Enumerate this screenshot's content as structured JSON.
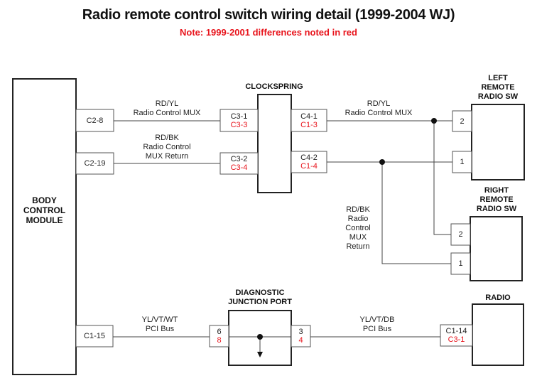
{
  "title": "Radio remote control switch wiring detail (1999-2004 WJ)",
  "note": "Note: 1999-2001 differences noted in red",
  "colors": {
    "note_red": "#e8141c",
    "line": "#333333"
  },
  "components": {
    "bcm": {
      "label_lines": [
        "BODY",
        "CONTROL",
        "MODULE"
      ]
    },
    "clockspring": {
      "label": "CLOCKSPRING"
    },
    "left_switch": {
      "label_lines": [
        "LEFT",
        "REMOTE",
        "RADIO SW"
      ]
    },
    "right_switch": {
      "label_lines": [
        "RIGHT",
        "REMOTE",
        "RADIO SW"
      ]
    },
    "djp": {
      "label_lines": [
        "DIAGNOSTIC",
        "JUNCTION PORT"
      ]
    },
    "radio": {
      "label": "RADIO"
    }
  },
  "pins": {
    "bcm_c2_8": "C2-8",
    "bcm_c2_19": "C2-19",
    "bcm_c1_15": "C1-15",
    "cs_in_1": {
      "main": "C3-1",
      "alt": "C3-3"
    },
    "cs_in_2": {
      "main": "C3-2",
      "alt": "C3-4"
    },
    "cs_out_1": {
      "main": "C4-1",
      "alt": "C1-3"
    },
    "cs_out_2": {
      "main": "C4-2",
      "alt": "C1-4"
    },
    "left_pin2": "2",
    "left_pin1": "1",
    "right_pin2": "2",
    "right_pin1": "1",
    "djp_in": {
      "main": "6",
      "alt": "8"
    },
    "djp_out": {
      "main": "3",
      "alt": "4"
    },
    "radio_in": {
      "main": "C1-14",
      "alt": "C3-1"
    }
  },
  "wires": {
    "w1": {
      "color": "RD/YL",
      "desc": "Radio Control MUX"
    },
    "w2": {
      "color": "RD/BK",
      "desc_lines": [
        "Radio Control",
        "MUX Return"
      ]
    },
    "w3": {
      "color": "RD/YL",
      "desc": "Radio Control MUX"
    },
    "w4": {
      "color": "RD/BK",
      "desc_lines": [
        "Radio",
        "Control",
        "MUX",
        "Return"
      ]
    },
    "w5": {
      "color": "YL/VT/WT",
      "desc": "PCI Bus"
    },
    "w6": {
      "color": "YL/VT/DB",
      "desc": "PCI Bus"
    }
  }
}
